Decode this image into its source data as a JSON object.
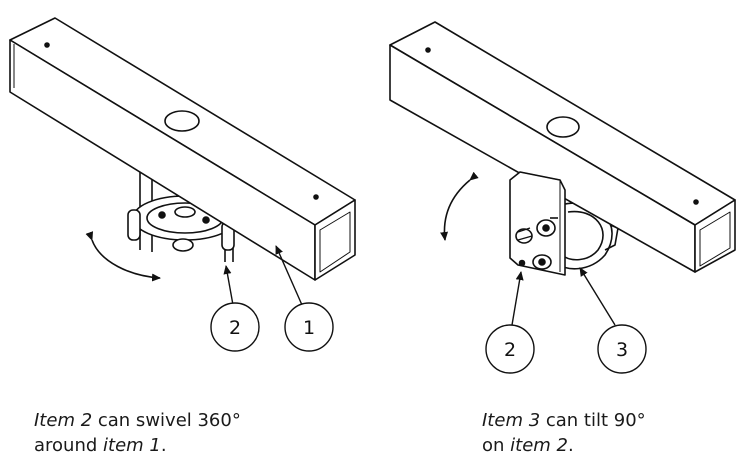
{
  "left_figure": {
    "callouts": [
      {
        "label": "2"
      },
      {
        "label": "1"
      }
    ],
    "caption": {
      "line1_item": "Item 2",
      "line1_text": " can swivel 360°",
      "line2_text": "around ",
      "line2_item": "item 1",
      "line2_end": "."
    }
  },
  "right_figure": {
    "callouts": [
      {
        "label": "2"
      },
      {
        "label": "3"
      }
    ],
    "caption": {
      "line1_item": "Item 3",
      "line1_text": " can tilt 90°",
      "line2_text": "on ",
      "line2_item": "item 2",
      "line2_end": "."
    }
  }
}
